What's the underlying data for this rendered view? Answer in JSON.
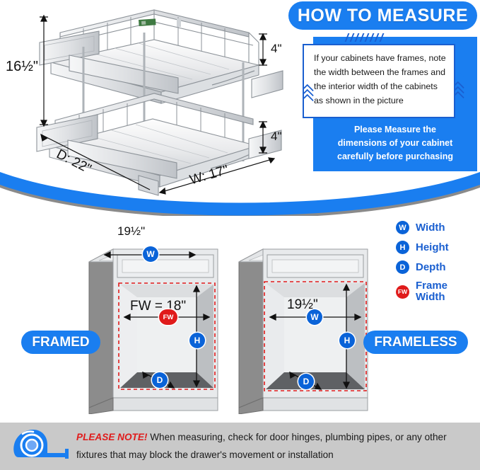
{
  "banner": {
    "title": "HOW TO MEASURE"
  },
  "instruction_box": {
    "text": "If your cabinets have frames, note the width between the frames and the interior width of the cabinets as shown in the picture"
  },
  "panel_note": {
    "line1": "Please Measure the",
    "line2": "dimensions of your cabinet",
    "line3": "carefully before purchasing"
  },
  "product": {
    "height_label": "16½\"",
    "tier_top_label": "4\"",
    "tier_bottom_label": "4\"",
    "depth_label": "D: 22\"",
    "width_label": "W: 17\""
  },
  "legend": {
    "items": [
      {
        "code": "W",
        "label": "Width",
        "color": "#0a63d8"
      },
      {
        "code": "H",
        "label": "Height",
        "color": "#0a63d8"
      },
      {
        "code": "D",
        "label": "Depth",
        "color": "#0a63d8"
      },
      {
        "code": "FW",
        "label": "Frame Width",
        "color": "#e01b1b"
      }
    ]
  },
  "cabinets": [
    {
      "type_label": "FRAMED",
      "outer_width": "19½\"",
      "outer_badge": "W",
      "inner_label": "FW = 18\"",
      "inner_badge": "FW",
      "height_badge": "H",
      "depth_badge": "D"
    },
    {
      "type_label": "FRAMELESS",
      "outer_width": "",
      "outer_badge": "",
      "inner_label": "19½\"",
      "inner_badge": "W",
      "height_badge": "H",
      "depth_badge": "D"
    }
  ],
  "bottom_note": {
    "highlight": "PLEASE NOTE!",
    "text": " When measuring, check for door hinges, plumbing pipes, or any other fixtures that may block the drawer's movement or installation",
    "icon": "tape-measure-icon"
  },
  "colors": {
    "brand_blue": "#1a7ef0",
    "deep_blue": "#0a63d8",
    "alert_red": "#e01b1b",
    "note_bar_gray": "#c9c9c9"
  }
}
